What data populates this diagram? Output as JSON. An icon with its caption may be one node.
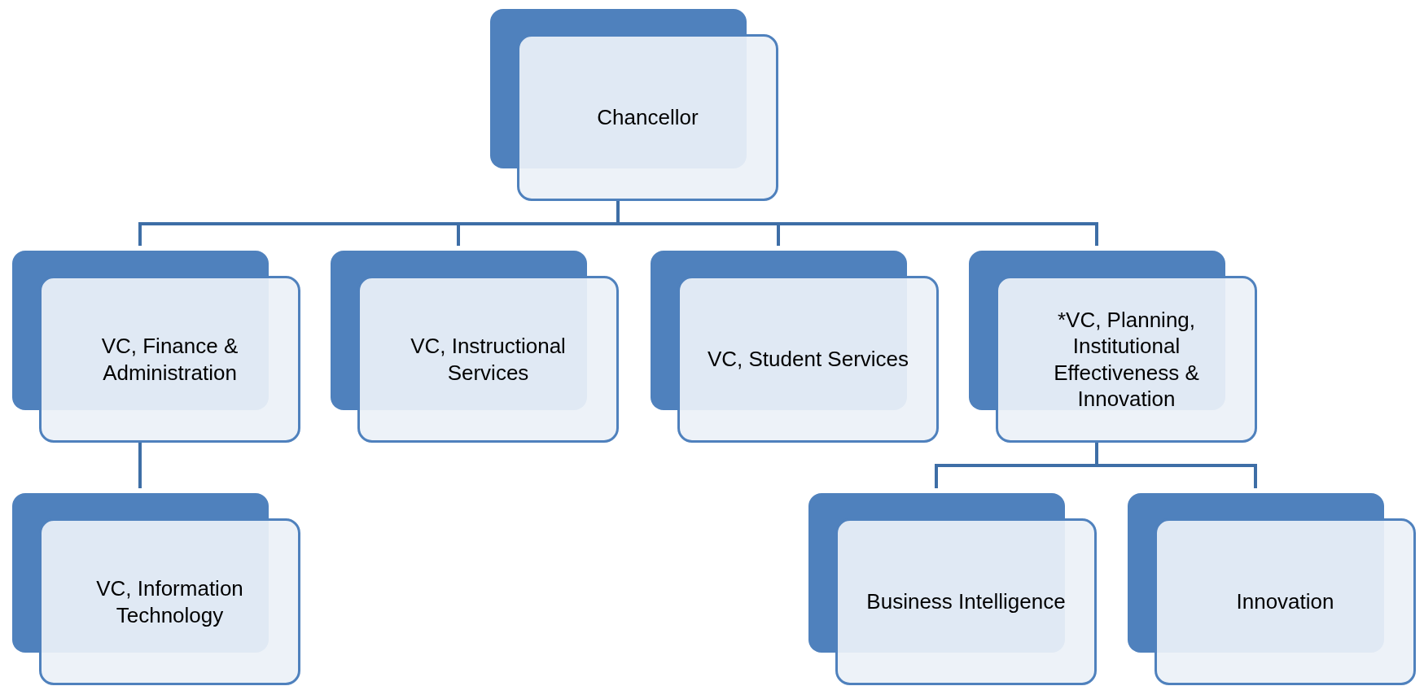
{
  "diagram": {
    "nodes": [
      {
        "text": [
          "Chancellor"
        ]
      },
      {
        "text": [
          "VC, Finance & Administration"
        ]
      },
      {
        "text": [
          "VC, Instructional Services"
        ]
      },
      {
        "text": [
          "VC, Student Services"
        ]
      },
      {
        "text": [
          "*VC, Planning, Institutional Effectiveness & Innovation"
        ]
      },
      {
        "text": [
          "VC, Information Technology"
        ]
      },
      {
        "text": [
          "Business Intelligence"
        ]
      },
      {
        "text": [
          "Innovation"
        ]
      }
    ],
    "edges": [
      {
        "from": 0,
        "to": 1,
        "arrow": "none"
      },
      {
        "from": 0,
        "to": 2,
        "arrow": "none"
      },
      {
        "from": 0,
        "to": 3,
        "arrow": "none"
      },
      {
        "from": 0,
        "to": 4,
        "arrow": "none"
      },
      {
        "from": 1,
        "to": 5,
        "arrow": "none"
      },
      {
        "from": 4,
        "to": 6,
        "arrow": "none"
      },
      {
        "from": 4,
        "to": 7,
        "arrow": "none"
      }
    ]
  }
}
